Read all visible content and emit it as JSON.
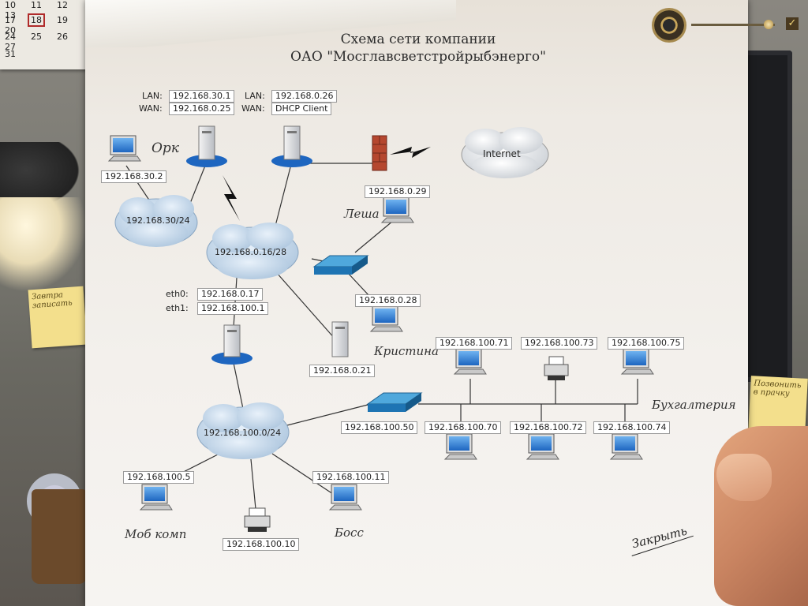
{
  "title": {
    "line1": "Схема сети компании",
    "line2": "ОАО \"Мосглавсветстройрыбэнерго\""
  },
  "calendar": {
    "rows": [
      [
        "10",
        "11",
        "12",
        "13"
      ],
      [
        "17",
        "18",
        "19",
        "20"
      ],
      [
        "24",
        "25",
        "26",
        "27"
      ],
      [
        "31"
      ]
    ],
    "selected": "18"
  },
  "sticky_left": "Завтра записать",
  "sticky_right": "Позвонить в прачку",
  "controls": {
    "speaker_icon": "speaker-icon",
    "volume_level": 0.92,
    "check_icon": "check-icon"
  },
  "router_top_left": {
    "lan_key": "LAN:",
    "lan": "192.168.30.1",
    "wan_key": "WAN:",
    "wan": "192.168.0.25"
  },
  "router_top_right": {
    "lan_key": "LAN:",
    "lan": "192.168.0.26",
    "wan_key": "WAN:",
    "wan": "DHCP Client"
  },
  "router_mid": {
    "eth0_key": "eth0:",
    "eth0": "192.168.0.17",
    "eth1_key": "eth1:",
    "eth1": "192.168.100.1"
  },
  "clouds": {
    "net30": "192.168.30/24",
    "net0": "192.168.0.16/28",
    "net100": "192.168.100.0/24",
    "internet": "Internet"
  },
  "hosts": {
    "ork_ip": "192.168.30.2",
    "lesha_ip": "192.168.0.29",
    "kristina_ip": "192.168.0.28",
    "server_ip": "192.168.0.21",
    "switch2_ip": "192.168.100.50",
    "pc71": "192.168.100.71",
    "printer73": "192.168.100.73",
    "pc75": "192.168.100.75",
    "pc70": "192.168.100.70",
    "pc72": "192.168.100.72",
    "pc74": "192.168.100.74",
    "mob_ip": "192.168.100.5",
    "printer10": "192.168.100.10",
    "boss_ip": "192.168.100.11"
  },
  "names": {
    "ork": "Орк",
    "lesha": "Леша",
    "kristina": "Кристина",
    "buh": "Бухгалтерия",
    "mob": "Моб комп",
    "boss": "Босс"
  },
  "close_label": "Закрыть",
  "colors": {
    "device_blue": "#2b7bd0",
    "firewall_red": "#b5472f",
    "cloud": "#cfe0f0"
  }
}
